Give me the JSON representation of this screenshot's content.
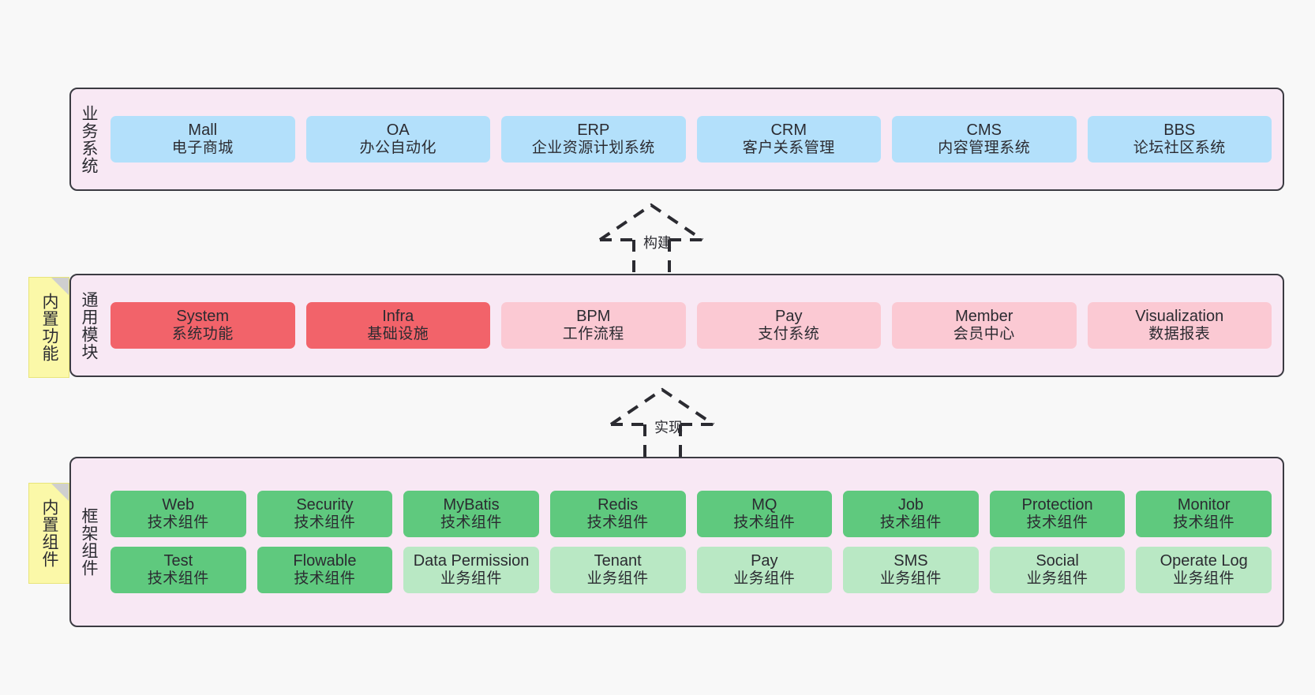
{
  "diagram": {
    "background_color": "#f8f8f8",
    "container_color": "#f8e8f4",
    "border_color": "#3b3b42"
  },
  "layers": [
    {
      "id": "business-systems",
      "title": "业务系统",
      "note": null,
      "rows": [
        {
          "nodes": [
            {
              "en": "Mall",
              "cn": "电子商城",
              "color": "#b3e0fb",
              "style": "blue"
            },
            {
              "en": "OA",
              "cn": "办公自动化",
              "color": "#b3e0fb",
              "style": "blue"
            },
            {
              "en": "ERP",
              "cn": "企业资源计划系统",
              "color": "#b3e0fb",
              "style": "blue"
            },
            {
              "en": "CRM",
              "cn": "客户关系管理",
              "color": "#b3e0fb",
              "style": "blue"
            },
            {
              "en": "CMS",
              "cn": "内容管理系统",
              "color": "#b3e0fb",
              "style": "blue"
            },
            {
              "en": "BBS",
              "cn": "论坛社区系统",
              "color": "#b3e0fb",
              "style": "blue"
            }
          ]
        }
      ]
    },
    {
      "id": "common-modules",
      "title": "通用模块",
      "note": "内置功能",
      "rows": [
        {
          "nodes": [
            {
              "en": "System",
              "cn": "系统功能",
              "color": "#f2636a",
              "style": "red"
            },
            {
              "en": "Infra",
              "cn": "基础设施",
              "color": "#f2636a",
              "style": "red"
            },
            {
              "en": "BPM",
              "cn": "工作流程",
              "color": "#fbc9d3",
              "style": "pink"
            },
            {
              "en": "Pay",
              "cn": "支付系统",
              "color": "#fbc9d3",
              "style": "pink"
            },
            {
              "en": "Member",
              "cn": "会员中心",
              "color": "#fbc9d3",
              "style": "pink"
            },
            {
              "en": "Visualization",
              "cn": "数据报表",
              "color": "#fbc9d3",
              "style": "pink"
            }
          ]
        }
      ]
    },
    {
      "id": "framework-components",
      "title": "框架组件",
      "note": "内置组件",
      "rows": [
        {
          "nodes": [
            {
              "en": "Web",
              "cn": "技术组件",
              "color": "#5fc97e",
              "style": "green"
            },
            {
              "en": "Security",
              "cn": "技术组件",
              "color": "#5fc97e",
              "style": "green"
            },
            {
              "en": "MyBatis",
              "cn": "技术组件",
              "color": "#5fc97e",
              "style": "green"
            },
            {
              "en": "Redis",
              "cn": "技术组件",
              "color": "#5fc97e",
              "style": "green"
            },
            {
              "en": "MQ",
              "cn": "技术组件",
              "color": "#5fc97e",
              "style": "green"
            },
            {
              "en": "Job",
              "cn": "技术组件",
              "color": "#5fc97e",
              "style": "green"
            },
            {
              "en": "Protection",
              "cn": "技术组件",
              "color": "#5fc97e",
              "style": "green"
            },
            {
              "en": "Monitor",
              "cn": "技术组件",
              "color": "#5fc97e",
              "style": "green"
            }
          ]
        },
        {
          "nodes": [
            {
              "en": "Test",
              "cn": "技术组件",
              "color": "#5fc97e",
              "style": "green"
            },
            {
              "en": "Flowable",
              "cn": "技术组件",
              "color": "#5fc97e",
              "style": "green"
            },
            {
              "en": "Data Permission",
              "cn": "业务组件",
              "color": "#b9e8c4",
              "style": "mint"
            },
            {
              "en": "Tenant",
              "cn": "业务组件",
              "color": "#b9e8c4",
              "style": "mint"
            },
            {
              "en": "Pay",
              "cn": "业务组件",
              "color": "#b9e8c4",
              "style": "mint"
            },
            {
              "en": "SMS",
              "cn": "业务组件",
              "color": "#b9e8c4",
              "style": "mint"
            },
            {
              "en": "Social",
              "cn": "业务组件",
              "color": "#b9e8c4",
              "style": "mint"
            },
            {
              "en": "Operate Log",
              "cn": "业务组件",
              "color": "#b9e8c4",
              "style": "mint"
            }
          ]
        }
      ]
    }
  ],
  "arrows": [
    {
      "id": "arrow-build",
      "label": "构建",
      "from": "common-modules",
      "to": "business-systems"
    },
    {
      "id": "arrow-implement",
      "label": "实现",
      "from": "framework-components",
      "to": "common-modules"
    }
  ]
}
